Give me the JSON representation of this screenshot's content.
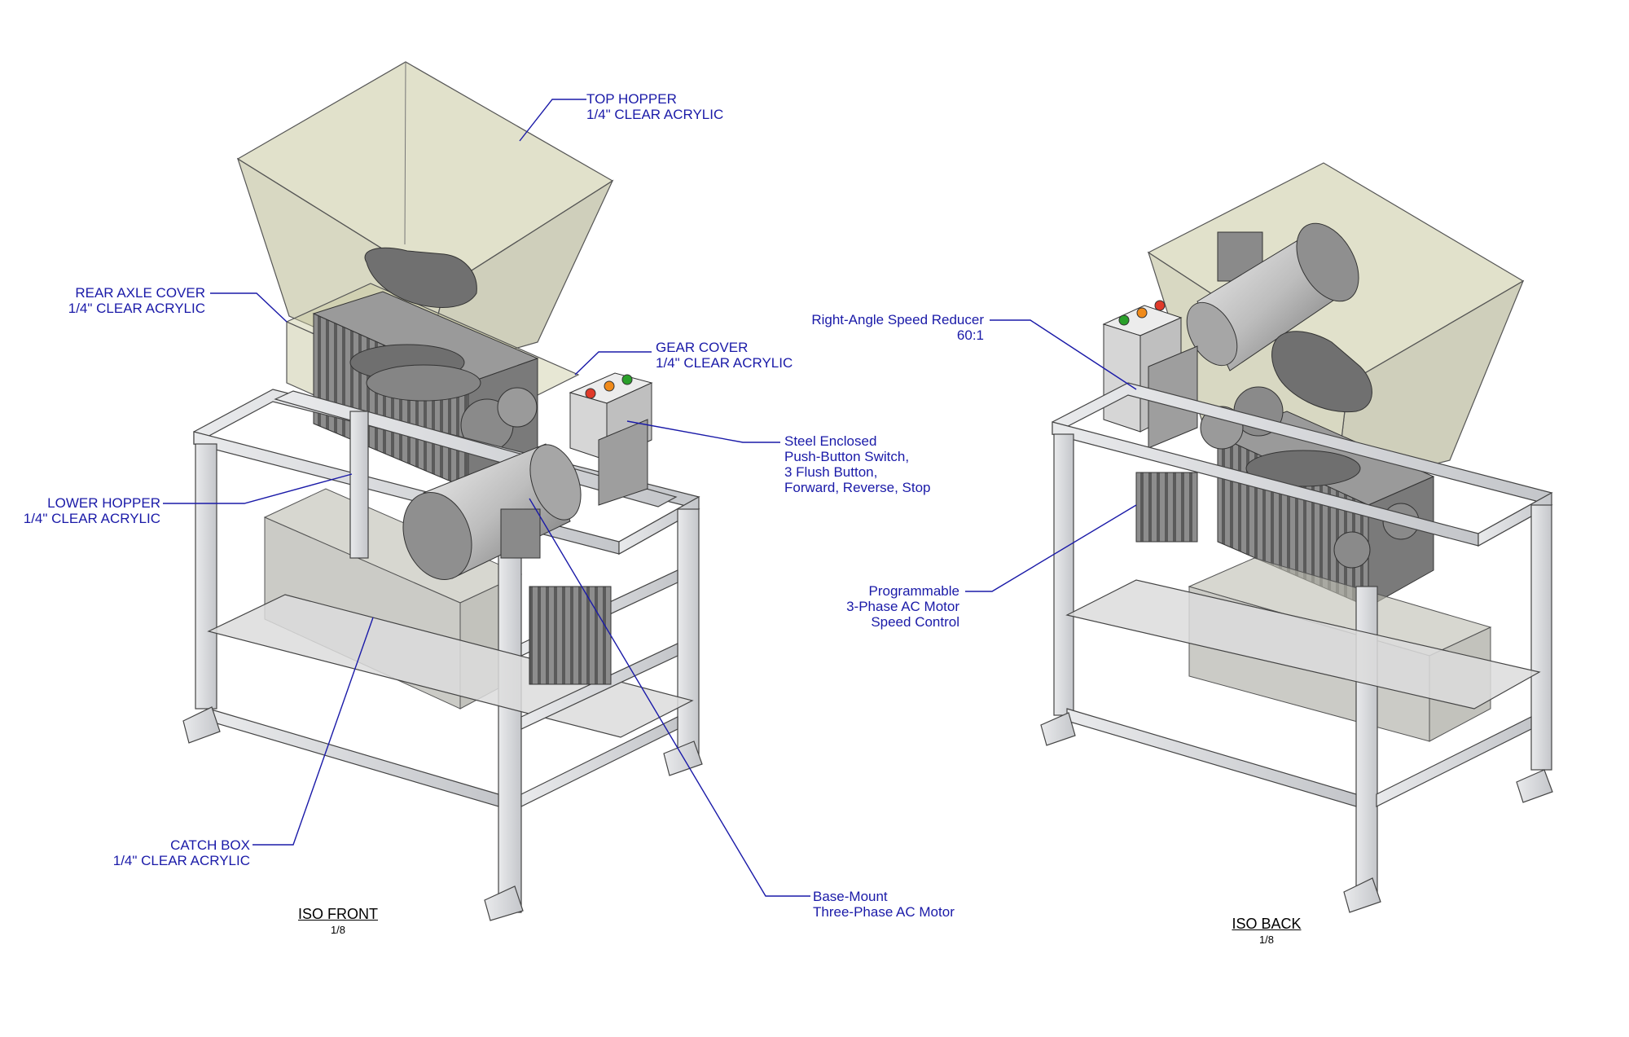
{
  "callouts": {
    "top_hopper": [
      "TOP HOPPER",
      "1/4\" CLEAR ACRYLIC"
    ],
    "rear_axle_cover": [
      "REAR AXLE COVER",
      "1/4\" CLEAR ACRYLIC"
    ],
    "gear_cover": [
      "GEAR COVER",
      "1/4\" CLEAR ACRYLIC"
    ],
    "push_button_switch": [
      "Steel Enclosed",
      "Push-Button Switch,",
      "3 Flush Button,",
      "Forward, Reverse, Stop"
    ],
    "lower_hopper": [
      "LOWER HOPPER",
      "1/4\" CLEAR ACRYLIC"
    ],
    "catch_box": [
      "CATCH BOX",
      "1/4\" CLEAR ACRYLIC"
    ],
    "ac_motor": [
      "Base-Mount",
      "Three-Phase AC Motor"
    ],
    "speed_reducer": [
      "Right-Angle Speed Reducer",
      "60:1"
    ],
    "speed_control": [
      "Programmable",
      "3-Phase AC Motor",
      "Speed Control"
    ]
  },
  "views": {
    "front": {
      "title": "ISO FRONT",
      "scale": "1/8"
    },
    "back": {
      "title": "ISO BACK",
      "scale": "1/8"
    }
  },
  "colors": {
    "callout_text": "#1a1aa8",
    "leader_line": "#1a1aa8",
    "frame_steel": "#d9dadd",
    "acrylic_tint": "#c9c9a0",
    "button_red": "#e03a2a",
    "button_orange": "#f08a1a",
    "button_green": "#2aa02a"
  }
}
